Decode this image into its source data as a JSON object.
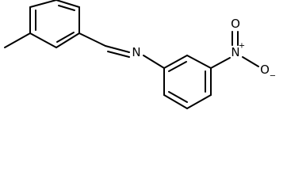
{
  "molecule": {
    "atoms": {
      "imine_nitrogen": "N",
      "nitro_nitrogen": "N",
      "nitro_nitrogen_charge": "+",
      "nitro_oxygen_double": "O",
      "nitro_oxygen_single": "O",
      "nitro_oxygen_charge": "−"
    }
  }
}
